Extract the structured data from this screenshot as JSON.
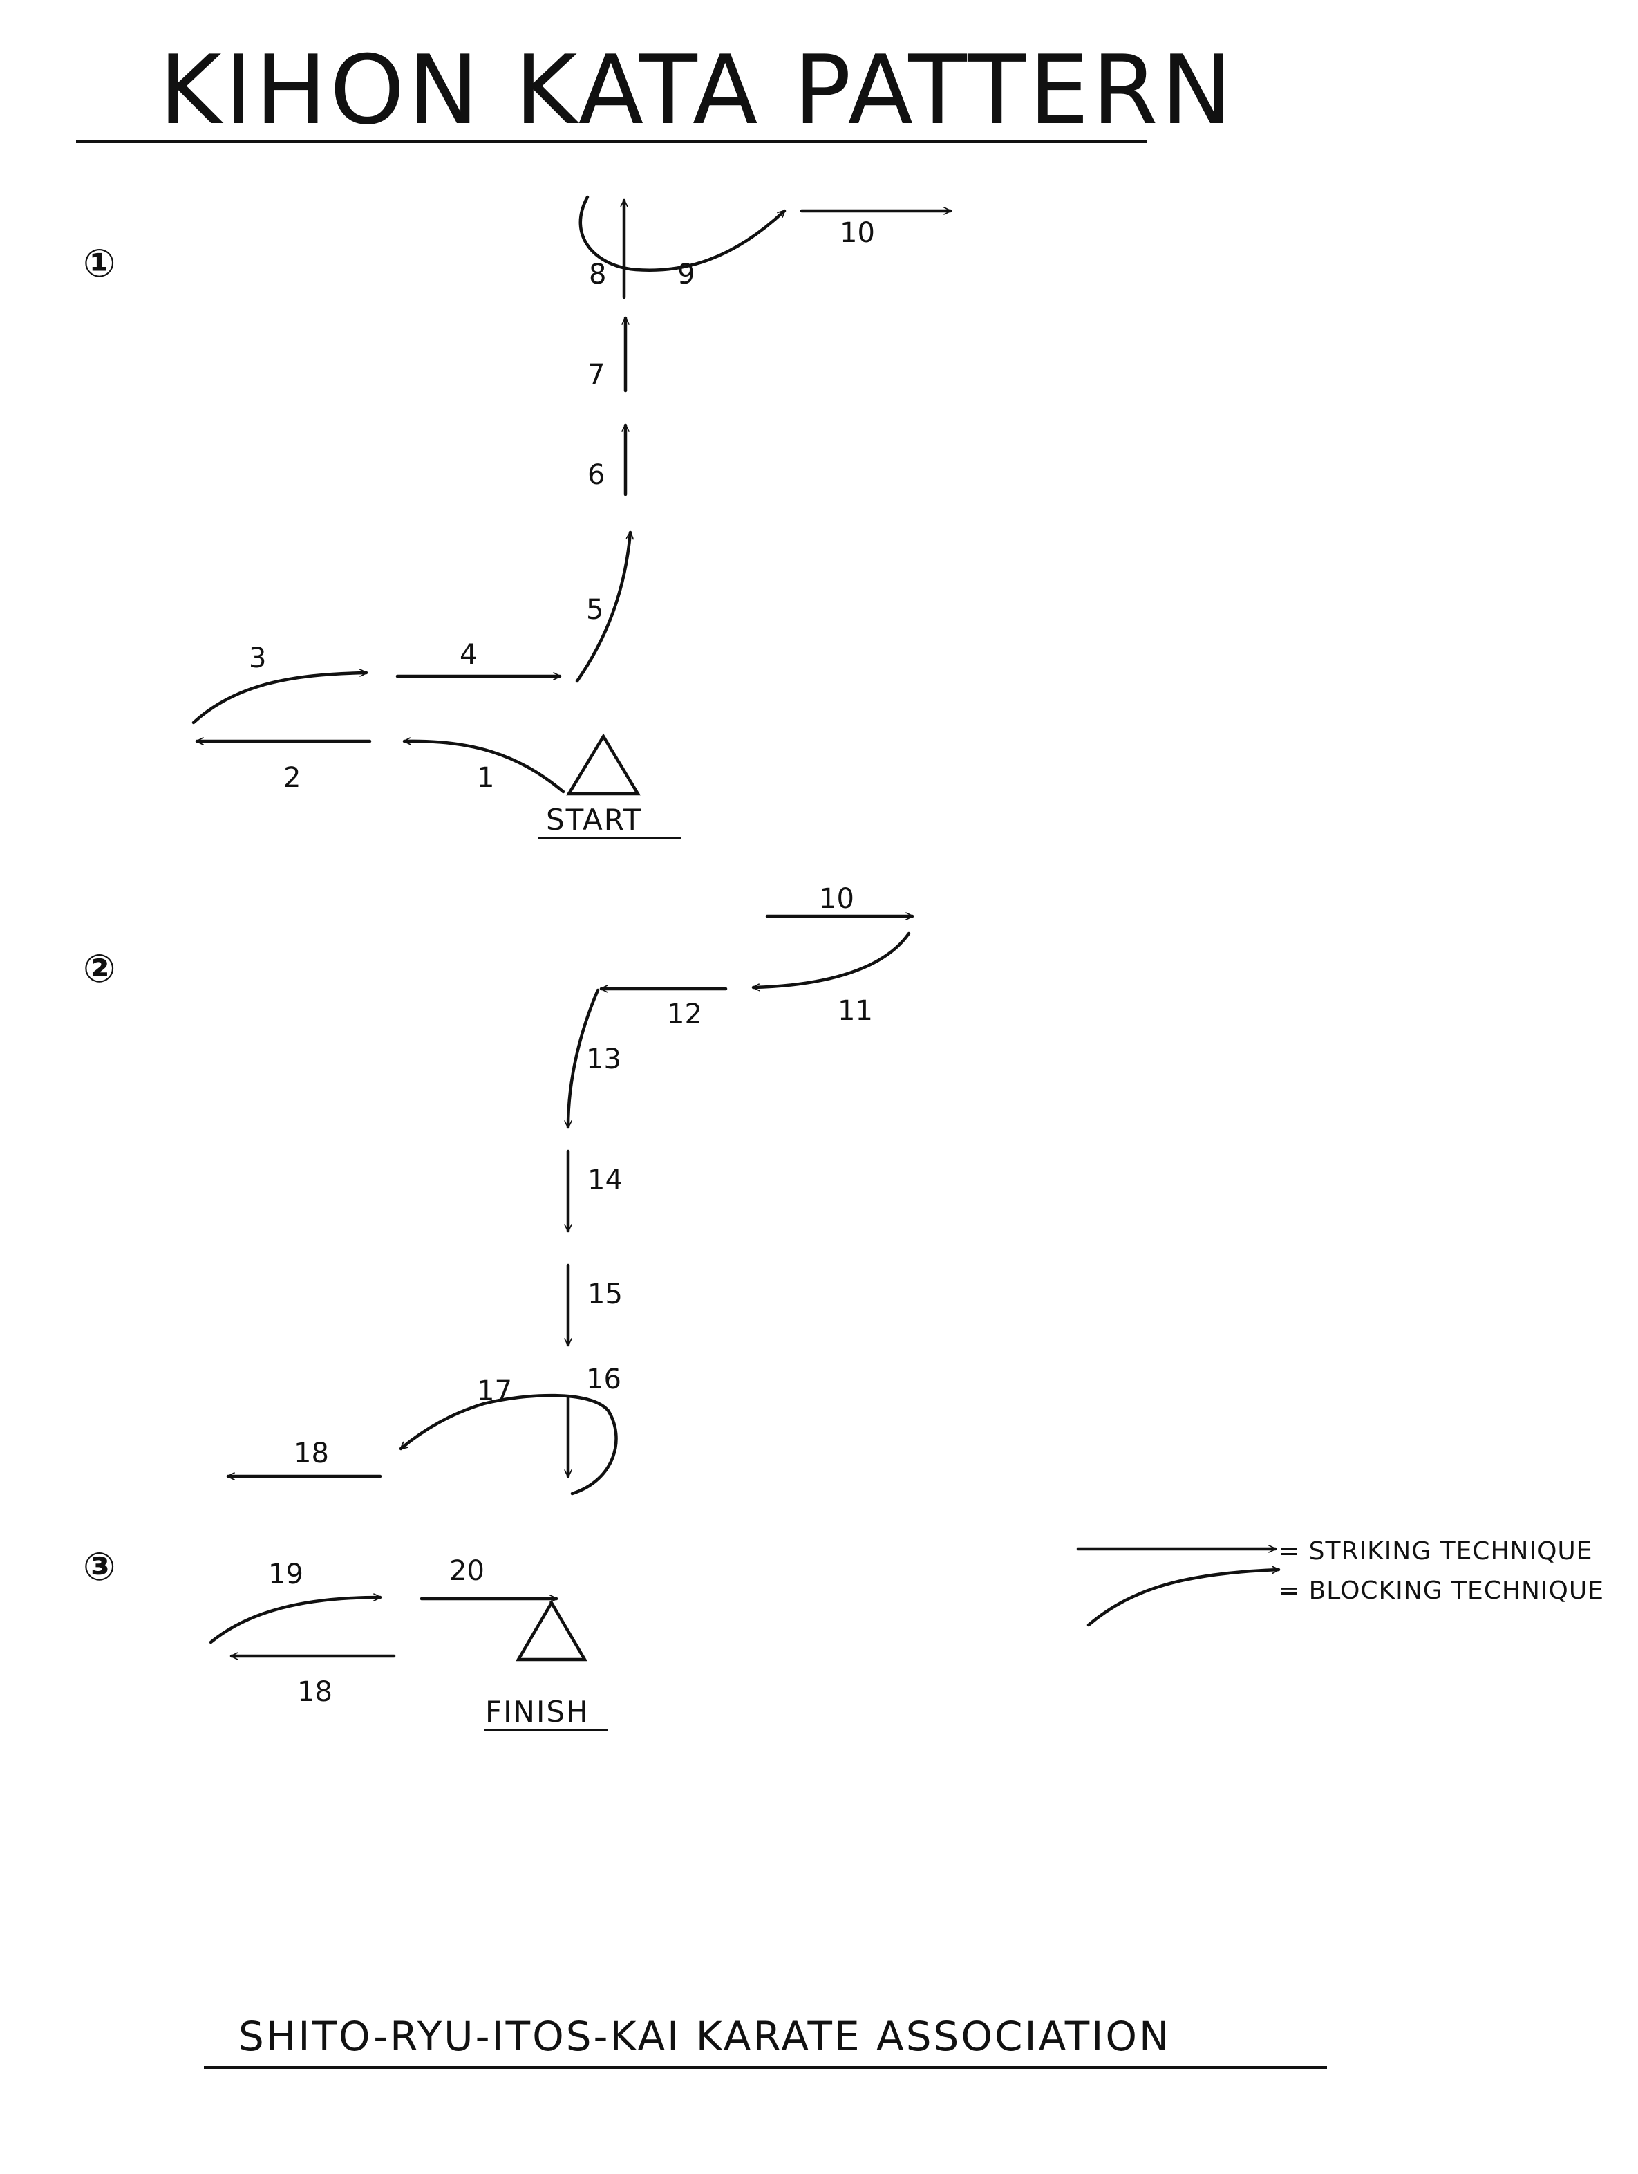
{
  "title": "KIHON KATA PATTERN",
  "sections": {
    "one": "①",
    "two": "②",
    "three": "③"
  },
  "markers": {
    "start": "START",
    "finish": "FINISH"
  },
  "move_labels": {
    "m1": "1",
    "m2": "2",
    "m3": "3",
    "m4": "4",
    "m5": "5",
    "m6": "6",
    "m7": "7",
    "m8": "8",
    "m9": "9",
    "m10a": "10",
    "m10b": "10",
    "m11": "11",
    "m12": "12",
    "m13": "13",
    "m14": "14",
    "m15": "15",
    "m16": "16",
    "m17": "17",
    "m18a": "18",
    "m19": "19",
    "m20": "20",
    "m18b": "18"
  },
  "legend": {
    "blocking": "= BLOCKING TECHNIQUE",
    "striking": "= STRIKING TECHNIQUE"
  },
  "footer": "SHITO-RYU-ITOS-KAI KARATE ASSOCIATION"
}
